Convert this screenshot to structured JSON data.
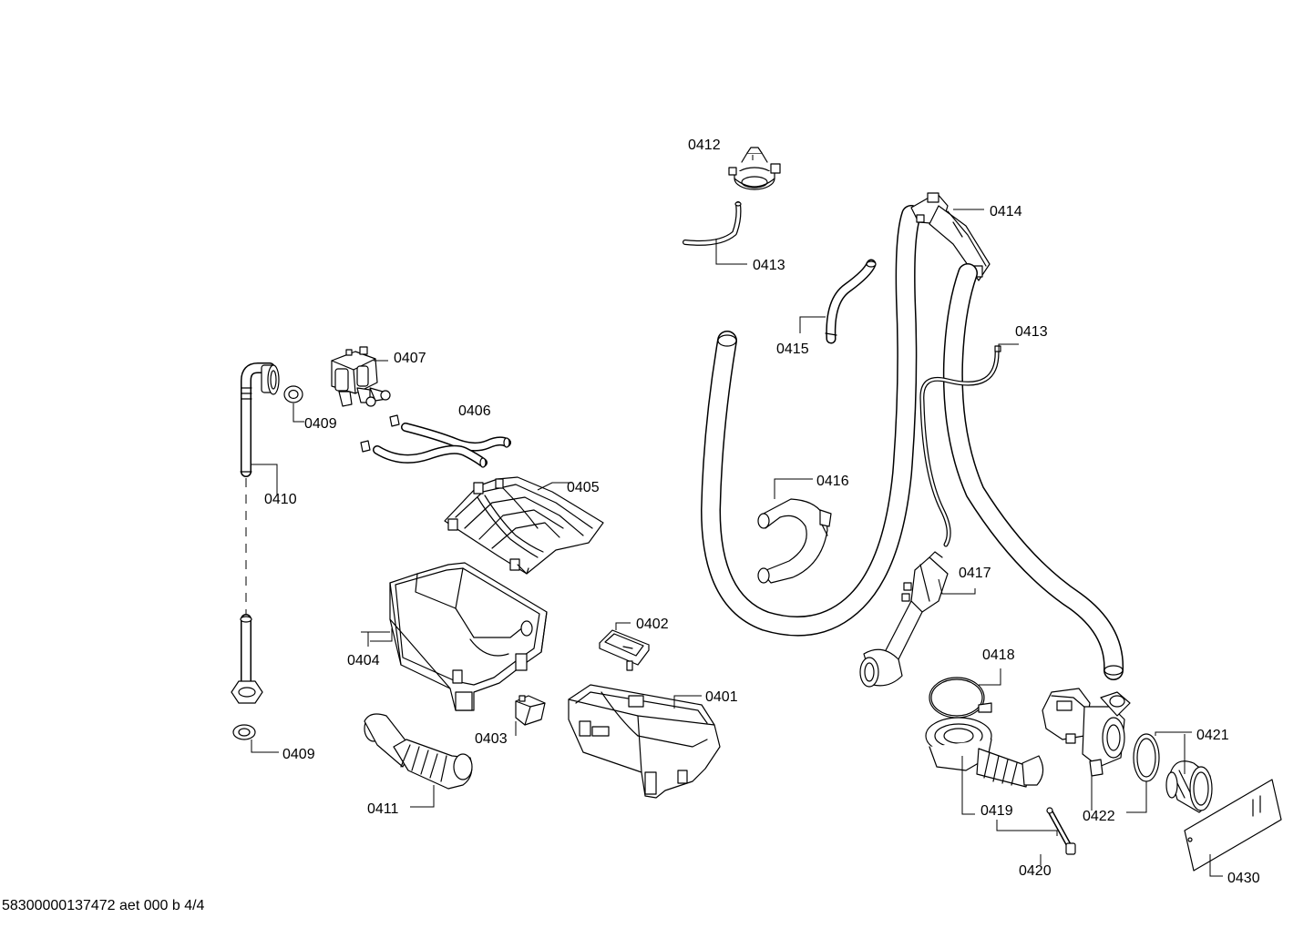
{
  "labels": {
    "p0401": "0401",
    "p0402": "0402",
    "p0403": "0403",
    "p0404": "0404",
    "p0405": "0405",
    "p0406": "0406",
    "p0407": "0407",
    "p0409_top": "0409",
    "p0409_bottom": "0409",
    "p0410": "0410",
    "p0411": "0411",
    "p0412": "0412",
    "p0413_top": "0413",
    "p0413_right": "0413",
    "p0414": "0414",
    "p0415": "0415",
    "p0416": "0416",
    "p0417": "0417",
    "p0418": "0418",
    "p0419": "0419",
    "p0420": "0420",
    "p0421": "0421",
    "p0422": "0422",
    "p0430": "0430"
  },
  "footer": {
    "document_id": "58300000137472 aet 000 b 4/4"
  }
}
